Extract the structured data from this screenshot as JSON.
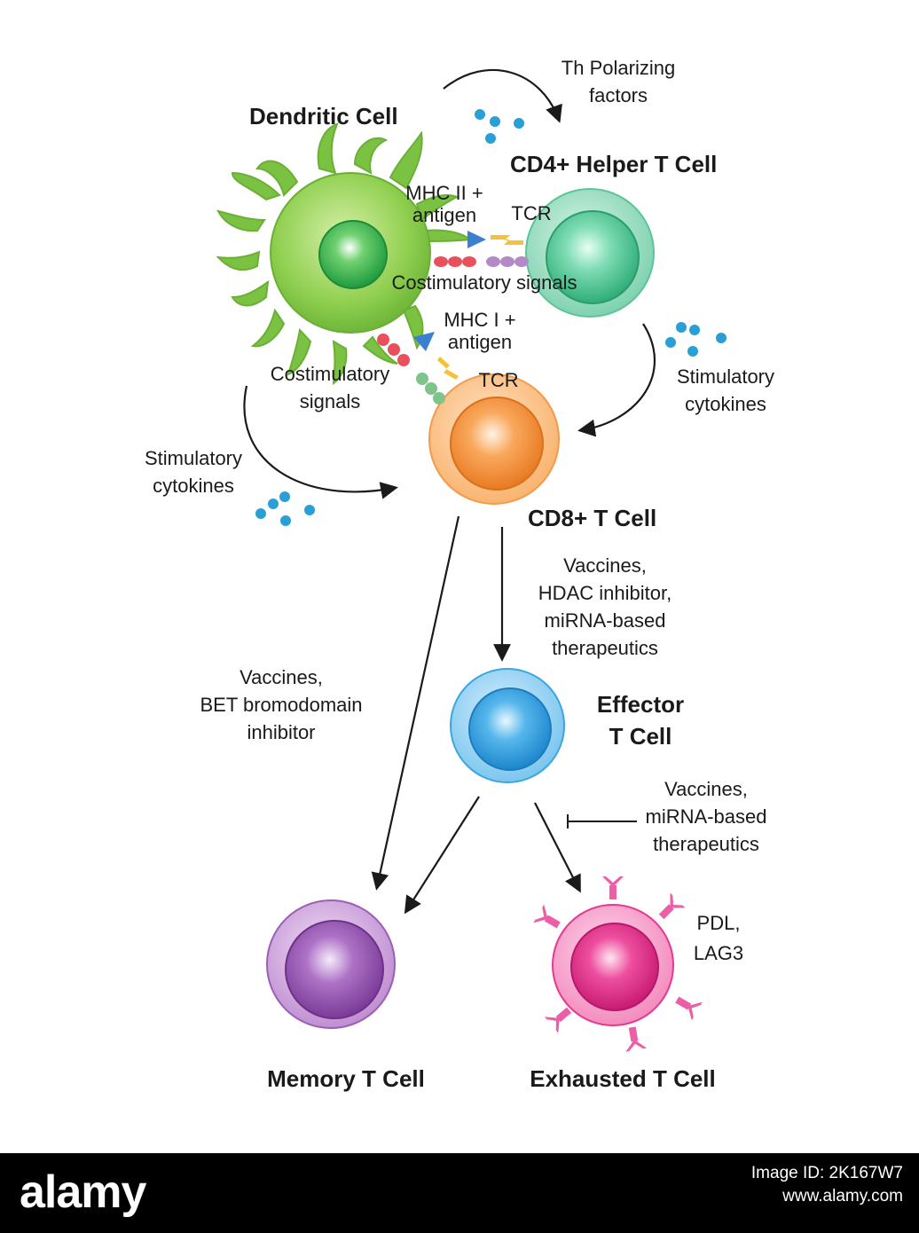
{
  "cells": {
    "dendritic": "Dendritic Cell",
    "cd4": "CD4+ Helper T Cell",
    "cd8": "CD8+ T Cell",
    "effector_line1": "Effector",
    "effector_line2": "T Cell",
    "memory": "Memory T Cell",
    "exhausted": "Exhausted T Cell"
  },
  "labels": {
    "th_line1": "Th Polarizing",
    "th_line2": "factors",
    "mhc2_line1": "MHC II +",
    "mhc2_line2": "antigen",
    "tcr_cd4": "TCR",
    "costim_cd4": "Costimulatory signals",
    "mhc1_line1": "MHC I +",
    "mhc1_line2": "antigen",
    "tcr_cd8": "TCR",
    "costim_cd8_line1": "Costimulatory",
    "costim_cd8_line2": "signals",
    "stim_right_line1": "Stimulatory",
    "stim_right_line2": "cytokines",
    "stim_left_line1": "Stimulatory",
    "stim_left_line2": "cytokines",
    "vacc_hdac_line1": "Vaccines,",
    "vacc_hdac_line2": "HDAC inhibitor,",
    "vacc_hdac_line3": "miRNA-based",
    "vacc_hdac_line4": "therapeutics",
    "vacc_bet_line1": "Vaccines,",
    "vacc_bet_line2": "BET bromodomain",
    "vacc_bet_line3": "inhibitor",
    "vacc_mirna_line1": "Vaccines,",
    "vacc_mirna_line2": "miRNA-based",
    "vacc_mirna_line3": "therapeutics",
    "pdl_line1": "PDL,",
    "pdl_line2": "LAG3"
  },
  "footer": {
    "logo": "alamy",
    "image_id": "Image ID: 2K167W7",
    "site": "www.alamy.com"
  },
  "colors": {
    "dendritic": "#7cc242",
    "cd4": "#5cc49b",
    "cd8": "#f39a4c",
    "effector": "#3aa7e0",
    "memory": "#9b5fb5",
    "exhausted": "#e6398f",
    "cytokine": "#2a9fd6",
    "mhc": "#3b7fd1",
    "tcr": "#f3c13a"
  }
}
